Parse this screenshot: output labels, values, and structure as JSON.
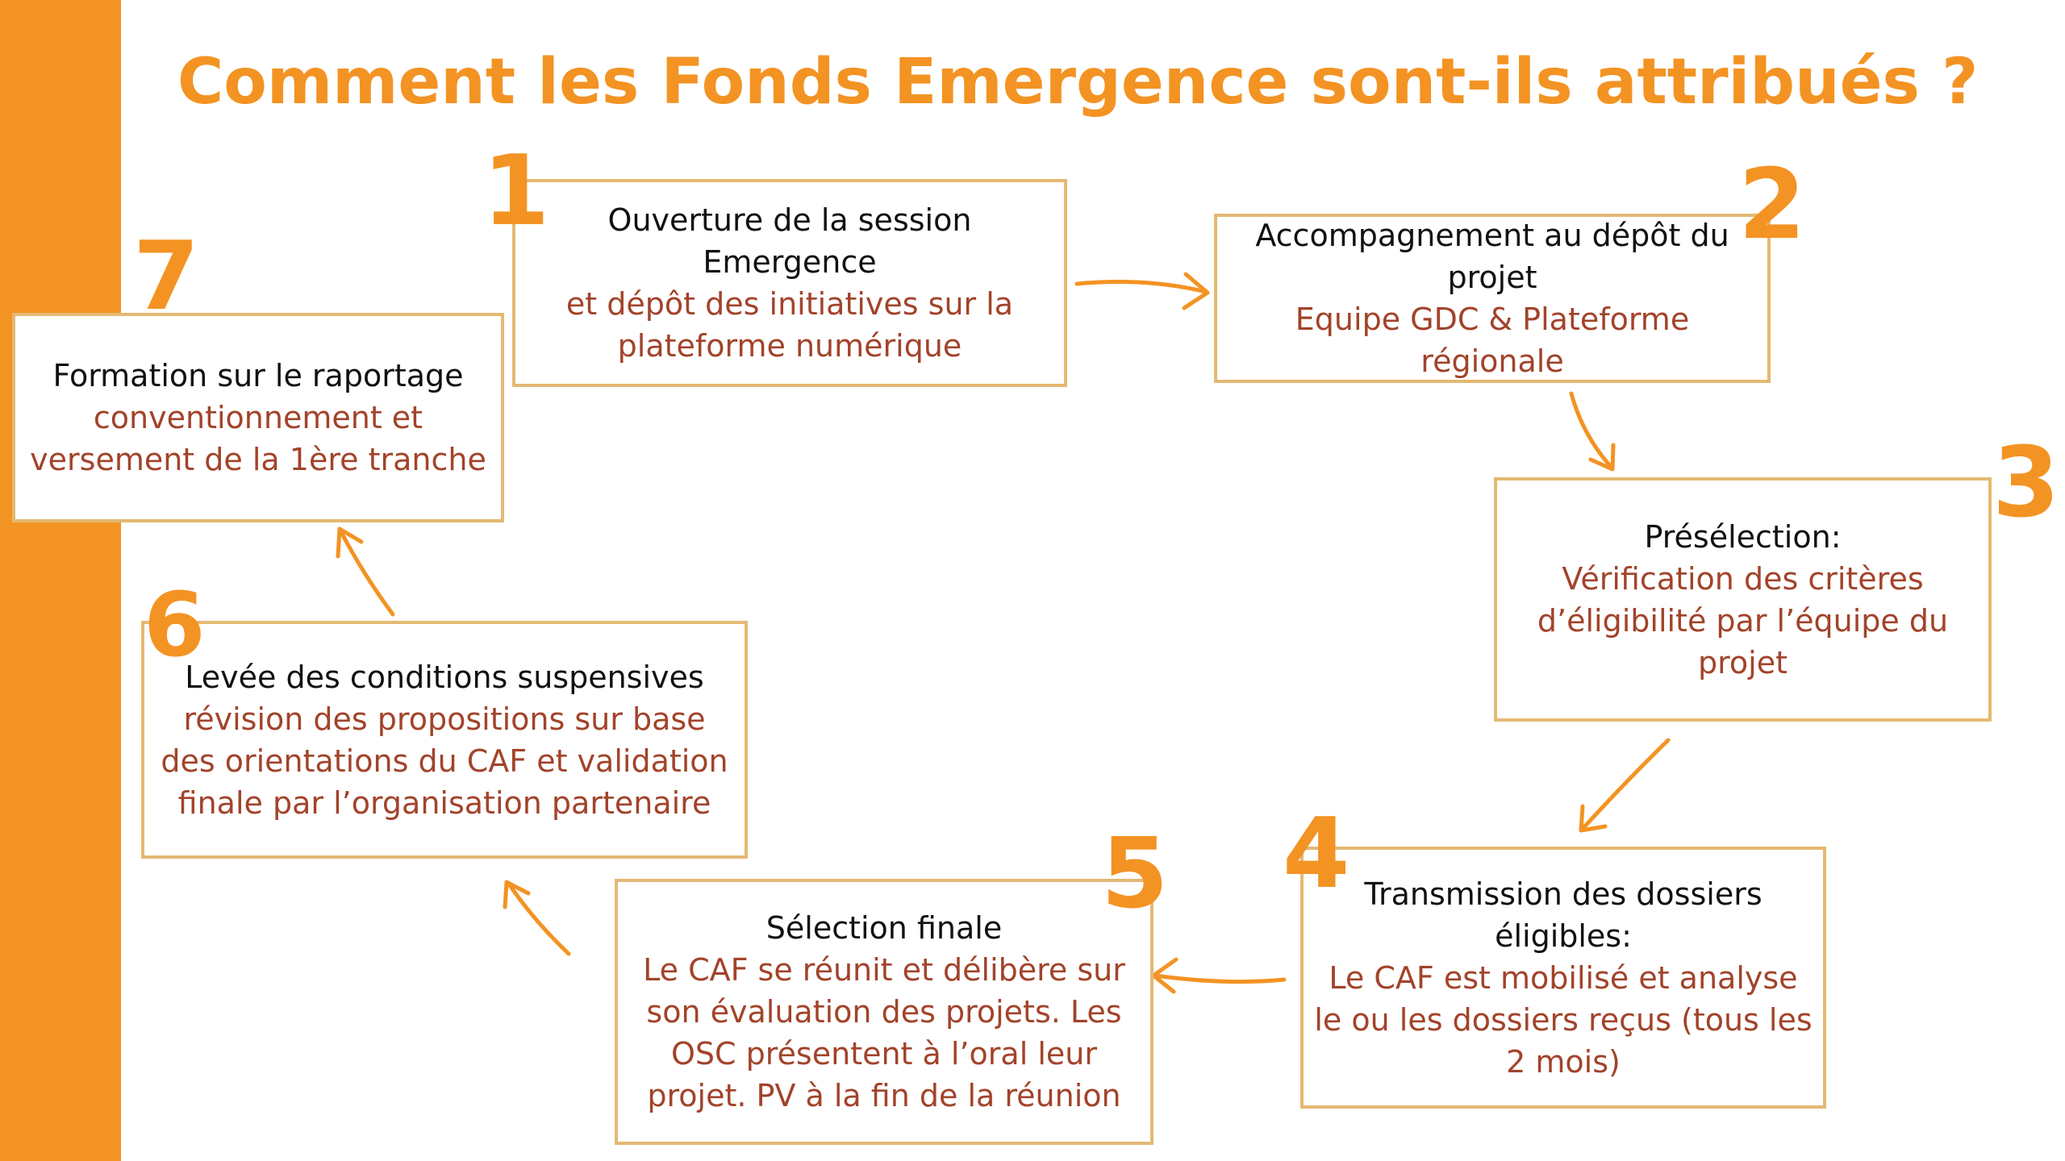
{
  "title": "Comment les Fonds Emergence sont-ils attribués ?",
  "colors": {
    "accent": "#f39323",
    "box_border": "#e4b973",
    "body_text": "#a2432a",
    "head_text": "#111111"
  },
  "steps": [
    {
      "number": "1",
      "head": "Ouverture de la session Emergence",
      "body": "et dépôt des initiatives sur la plateforme numérique"
    },
    {
      "number": "2",
      "head": "Accompagnement au dépôt du projet",
      "body": "Equipe GDC & Plateforme régionale"
    },
    {
      "number": "3",
      "head": "Présélection:",
      "body": "Vérification des critères d’éligibilité par l’équipe du projet"
    },
    {
      "number": "4",
      "head": "Transmission des dossiers éligibles:",
      "body": "Le CAF est mobilisé et analyse le ou les dossiers reçus (tous les 2 mois)"
    },
    {
      "number": "5",
      "head": "Sélection finale",
      "body": "Le CAF se réunit et délibère sur son évaluation des projets. Les OSC présentent à l’oral leur projet. PV à la fin de la réunion"
    },
    {
      "number": "6",
      "head": "Levée des conditions suspensives",
      "body": "révision des propositions sur base des orientations du CAF et validation finale par l’organisation partenaire"
    },
    {
      "number": "7",
      "head": "Formation sur le raportage",
      "body": "conventionnement et versement de la 1ère tranche"
    }
  ]
}
